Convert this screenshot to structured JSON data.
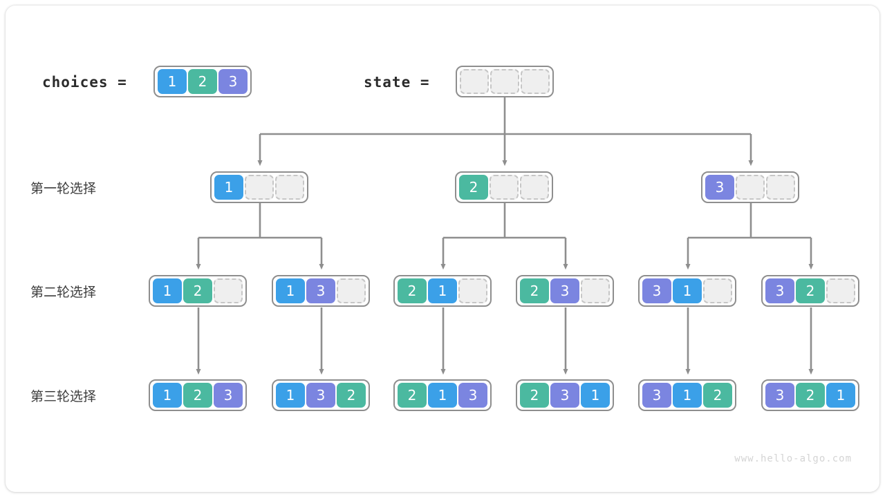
{
  "diagram": {
    "title_vars": {
      "choices_label": "choices  =",
      "state_label": "state  ="
    },
    "row_labels": [
      "第一轮选择",
      "第二轮选择",
      "第三轮选择"
    ],
    "watermark": "www.hello-algo.com",
    "colors": {
      "value_1": "#3BA0E8",
      "value_2": "#4BB9A0",
      "value_3": "#7B85E0",
      "empty_fill": "#efefef",
      "empty_border": "#c6c6c6",
      "group_border": "#8e8e8e",
      "wire": "#8e8e8e",
      "label_text": "#3c3c3c",
      "watermark_text": "#d4d4d4"
    },
    "choices": [
      "1",
      "2",
      "3"
    ],
    "state": [
      "",
      "",
      ""
    ],
    "level1": [
      {
        "cells": [
          "1",
          "",
          ""
        ]
      },
      {
        "cells": [
          "2",
          "",
          ""
        ]
      },
      {
        "cells": [
          "3",
          "",
          ""
        ]
      }
    ],
    "level2": [
      {
        "cells": [
          "1",
          "2",
          ""
        ]
      },
      {
        "cells": [
          "1",
          "3",
          ""
        ]
      },
      {
        "cells": [
          "2",
          "1",
          ""
        ]
      },
      {
        "cells": [
          "2",
          "3",
          ""
        ]
      },
      {
        "cells": [
          "3",
          "1",
          ""
        ]
      },
      {
        "cells": [
          "3",
          "2",
          ""
        ]
      }
    ],
    "level3": [
      {
        "cells": [
          "1",
          "2",
          "3"
        ]
      },
      {
        "cells": [
          "1",
          "3",
          "2"
        ]
      },
      {
        "cells": [
          "2",
          "1",
          "3"
        ]
      },
      {
        "cells": [
          "2",
          "3",
          "1"
        ]
      },
      {
        "cells": [
          "3",
          "1",
          "2"
        ]
      },
      {
        "cells": [
          "3",
          "2",
          "1"
        ]
      }
    ]
  }
}
